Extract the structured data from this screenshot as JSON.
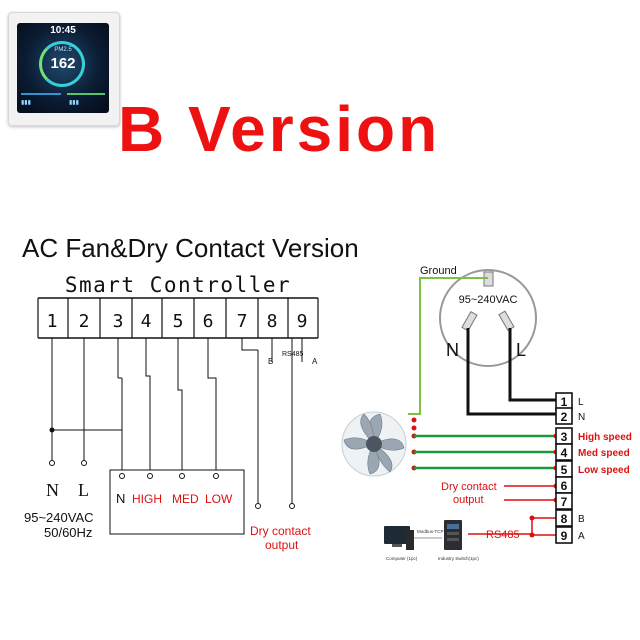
{
  "header": {
    "version_title": "B Version",
    "section_title": "AC Fan&Dry Contact Version"
  },
  "device": {
    "time": "10:45",
    "pm_label": "PM2.5",
    "pm_value": "162"
  },
  "left_diagram": {
    "controller_label": "Smart Controller",
    "terminals": [
      "1",
      "2",
      "3",
      "4",
      "5",
      "6",
      "7",
      "8",
      "9"
    ],
    "rs485_label": "RS485",
    "b_label": "B",
    "a_label": "A",
    "n_label": "N",
    "l_label": "L",
    "power_label": "95~240VAC",
    "freq_label": "50/60Hz",
    "fan_n_label": "N",
    "high_label": "HIGH",
    "med_label": "MED",
    "low_label": "LOW",
    "dry_contact_line1": "Dry contact",
    "dry_contact_line2": "output"
  },
  "right_diagram": {
    "ground_label": "Ground",
    "plug_voltage": "95~240VAC",
    "n_label": "N",
    "l_label": "L",
    "terminals": [
      "1",
      "2",
      "3",
      "4",
      "5",
      "6",
      "7",
      "8",
      "9"
    ],
    "terminal_labels": [
      "L",
      "N",
      "High speed",
      "Med speed",
      "Low speed",
      "",
      "",
      "B",
      "A"
    ],
    "dry_contact_line1": "Dry contact",
    "dry_contact_line2": "output",
    "rs485_label": "RS485",
    "computer_caption": "Computer (1pc)",
    "switch_caption": "Industry Switch(1pc)",
    "modbus_caption": "Modbus-TCP"
  },
  "colors": {
    "title_red": "#ee1111",
    "wire_green": "#1a9c3a",
    "wire_red": "#dd1111",
    "ground_green": "#7cc242"
  }
}
